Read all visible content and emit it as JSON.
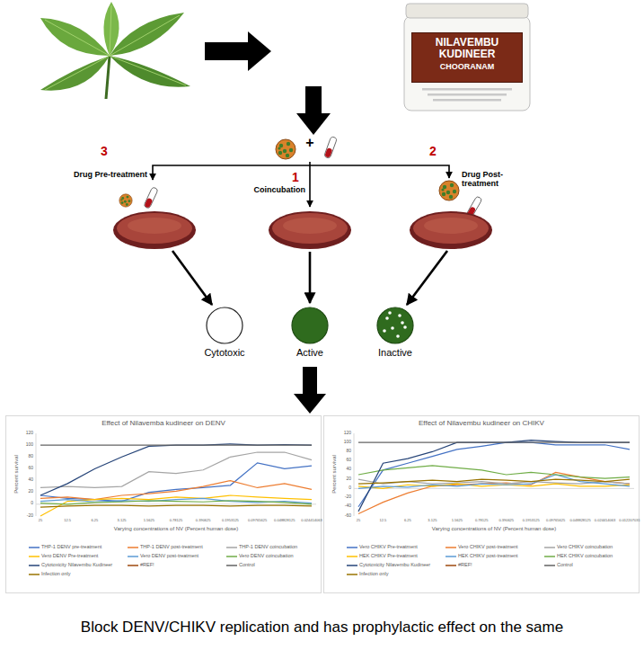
{
  "diagram": {
    "caption": "Block DENV/CHIKV replication and has prophylactic effect on the same",
    "nodes": [
      {
        "text": [
          "NILAVEMBU KUDINEER",
          "CHOORANAM"
        ]
      },
      {
        "text": [
          "Cytotoxic"
        ]
      },
      {
        "text": [
          "Active"
        ]
      },
      {
        "text": [
          "Inactive"
        ]
      },
      {
        "text": [
          "Effect of Nilavemba kudineer on DENV"
        ]
      },
      {
        "text": [
          "Effect of Nilavembu kudineer on CHIKV"
        ]
      }
    ],
    "labels": [
      "+",
      "3",
      "Drug Pre-treatment",
      "1",
      "Coincubation",
      "2",
      "Drug Post-treatment",
      "120",
      "100",
      "80",
      "60",
      "40",
      "20",
      "0",
      "-20",
      "25",
      "12.5",
      "6.25",
      "3.125",
      "1.5625",
      "0.78125",
      "0.390625",
      "0.1953125",
      "0.09765625",
      "0.048828125",
      "0.024414063",
      "Percent survival",
      "Varying concentrations of NV (Percent human dose)",
      "120",
      "100",
      "80",
      "60",
      "40",
      "20",
      "0",
      "-20",
      "-40",
      "-60",
      "25",
      "12.5",
      "6.25",
      "3.125",
      "1.5625",
      "0.78125",
      "0.390625",
      "0.1953125",
      "0.09765625",
      "0.048828125",
      "0.024414063",
      "0.012207031",
      "Percent survival",
      "Varying concentrations of NV (Percent human dose)"
    ],
    "legend": [
      {
        "text": "THP-1 DENV pre-treatment"
      },
      {
        "text": "THP-1 DENV post-treatment"
      },
      {
        "text": "THP-1 DENV coincubation"
      },
      {
        "text": "Vero DENV Pre-treatment"
      },
      {
        "text": "Vero DENV post-treatment"
      },
      {
        "text": "Vero DENV coincubation"
      },
      {
        "text": "Cytotoxicity Nilavembu Kudineer"
      },
      {
        "text": "#REF!"
      },
      {
        "text": "Control"
      },
      {
        "text": "Infection only"
      },
      {
        "text": "Vero CHIKV Pre-treatment"
      },
      {
        "text": "Vero CHIKV post-treatment"
      },
      {
        "text": "Vero CHIKV coincubation"
      },
      {
        "text": "HEK CHIKV Pre-treatment"
      },
      {
        "text": "HEK CHIKV post-treatment"
      },
      {
        "text": "HEK CHIKV coincubation"
      },
      {
        "text": "Cytotoxicity Nilavembu Kudineer"
      },
      {
        "text": "#REF!"
      },
      {
        "text": "Control"
      },
      {
        "text": "Infection only"
      }
    ]
  }
}
